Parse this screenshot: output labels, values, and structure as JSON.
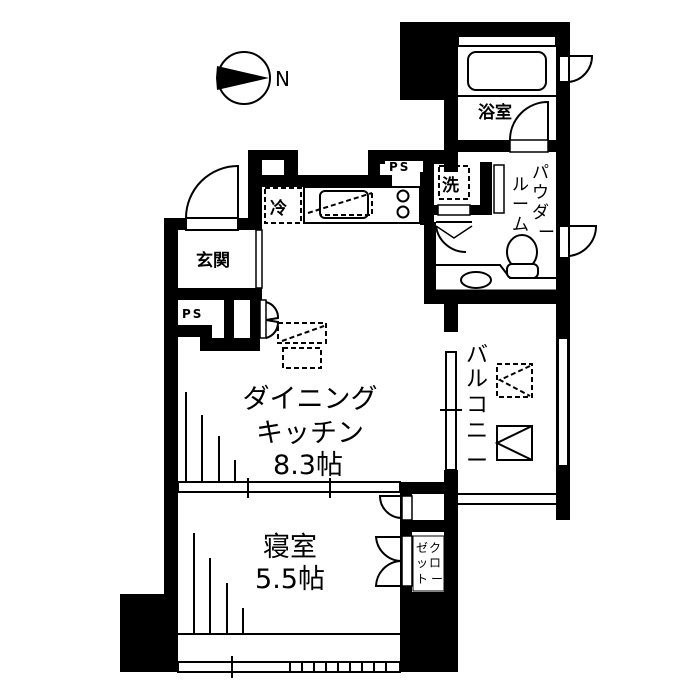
{
  "compass": {
    "north_label": "N",
    "icon": "north-arrow-icon"
  },
  "rooms": {
    "dining_kitchen": {
      "line1": "ダイニング",
      "line2": "キッチン",
      "size": "8.3帖"
    },
    "bedroom": {
      "name": "寝室",
      "size": "5.5帖"
    },
    "bathroom": {
      "name": "浴室"
    },
    "powder_room": {
      "line1": "パウダー",
      "line2": "ルーム",
      "chars1": [
        "パ",
        "ウ",
        "ダ",
        "ー"
      ],
      "chars2": [
        "ル",
        "ー",
        "ム"
      ]
    },
    "entrance": {
      "name": "玄関"
    },
    "balcony": {
      "chars": [
        "バ",
        "ル",
        "コ",
        "ニ",
        "ー"
      ]
    },
    "closet": {
      "col1": [
        "ク",
        "ロ",
        "ー"
      ],
      "col2": [
        "ゼ",
        "ッ",
        "ト"
      ]
    }
  },
  "fixtures": {
    "fridge": "冷",
    "washer": "洗",
    "ps_top": "PS",
    "ps_left": "PS"
  },
  "colors": {
    "wall": "#000000",
    "background": "#ffffff"
  }
}
